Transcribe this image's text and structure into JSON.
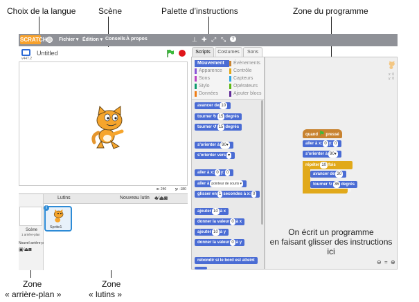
{
  "callouts": {
    "language": "Choix de la langue",
    "stage": "Scène",
    "palette": "Palette d’instructions",
    "program": "Zone du programme",
    "backdrop_zone": "Zone",
    "backdrop_zone_sub": "« arrière-plan »",
    "sprites_zone": "Zone",
    "sprites_zone_sub": "« lutins »"
  },
  "menubar": {
    "logo": "SCRATCH",
    "file": "Fichier ▾",
    "edit": "Édition ▾",
    "tips": "Conseils",
    "about": "À propos"
  },
  "stage_header": {
    "title": "Untitled",
    "version": "v447.2"
  },
  "stage_coords": {
    "x_label": "x:",
    "x": "240",
    "y_label": "y:",
    "y": "-180"
  },
  "tabs": {
    "scripts": "Scripts",
    "costumes": "Costumes",
    "sounds": "Sons"
  },
  "categories": [
    {
      "label": "Mouvement",
      "color": "#4a6cd4",
      "active": true
    },
    {
      "label": "Évènements",
      "color": "#c88330"
    },
    {
      "label": "Apparence",
      "color": "#8a55d7"
    },
    {
      "label": "Contrôle",
      "color": "#e1a91a"
    },
    {
      "label": "Sons",
      "color": "#bb42c3"
    },
    {
      "label": "Capteurs",
      "color": "#2ca5e2"
    },
    {
      "label": "Stylo",
      "color": "#0e9a6c"
    },
    {
      "label": "Opérateurs",
      "color": "#5cb712"
    },
    {
      "label": "Données",
      "color": "#ee7d16"
    },
    {
      "label": "Ajouter blocs",
      "color": "#632d99"
    }
  ],
  "palette_blocks": {
    "move_a": "avancer de",
    "move_v": "10",
    "turn_r_a": "tourner",
    "turn_r_v": "15",
    "turn_r_b": "degrés",
    "turn_l_a": "tourner",
    "turn_l_v": "15",
    "turn_l_b": "degrés",
    "point_dir_a": "s'orienter à",
    "point_dir_v": "90▾",
    "point_tow_a": "s'orienter vers",
    "point_tow_v": "▾",
    "goto_xy_a": "aller à x:",
    "goto_xy_v1": "0",
    "goto_xy_b": "y:",
    "goto_xy_v2": "0",
    "goto_a": "aller à",
    "goto_v": "pointeur de souris ▾",
    "glide_a": "glisser en",
    "glide_v1": "1",
    "glide_b": "secondes à x:",
    "glide_v2": "0",
    "chx_a": "ajouter",
    "chx_v": "10",
    "chx_b": "à x",
    "setx_a": "donner la valeur",
    "setx_v": "0",
    "setx_b": "à x",
    "chy_a": "ajouter",
    "chy_v": "10",
    "chy_b": "à y",
    "sety_a": "donner la valeur",
    "sety_v": "0",
    "sety_b": "à y",
    "bounce": "rebondir si le bord est atteint"
  },
  "script": {
    "hat_a": "quand",
    "hat_b": "pressé",
    "goto_a": "aller à x:",
    "goto_v1": "0",
    "goto_b": "y:",
    "goto_v2": "0",
    "point_a": "s'orienter à",
    "point_v": "90▾",
    "repeat_a": "répéter",
    "repeat_v": "10",
    "repeat_b": "fois",
    "move_a": "avancer de",
    "move_v": "30",
    "turn_a": "tourner",
    "turn_v": "36",
    "turn_b": "degrés"
  },
  "sprite_info": {
    "x": "x: 0",
    "y": "y: 0"
  },
  "script_note_line1": "On écrit un programme",
  "script_note_line2": "en faisant glisser des instructions ici",
  "sprites": {
    "header": "Lutins",
    "new_sprite": "Nouveau lutin",
    "stage_label": "Scène",
    "stage_backdrops": "1 arrière-plan",
    "new_backdrop": "Nouvel arrière-p",
    "sprite1": "Sprite1"
  },
  "colors": {
    "motion": "#4a6cd4",
    "events": "#c88330",
    "control": "#e1a91a",
    "menubar": "#8f9197",
    "sprite_select": "#2d8bd6"
  }
}
